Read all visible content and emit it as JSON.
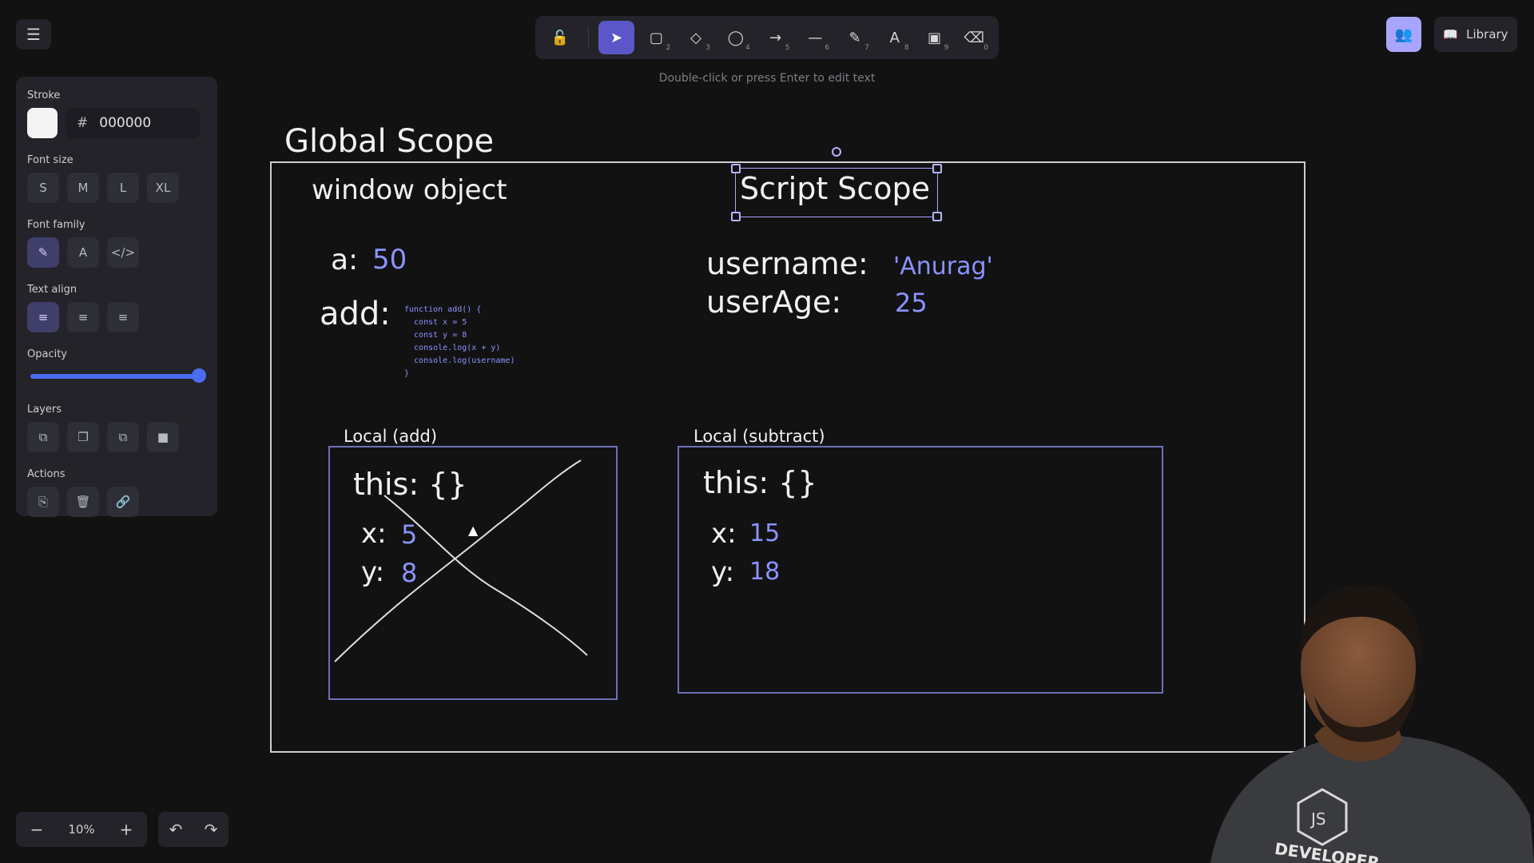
{
  "toolbar": {
    "hint": "Double-click or press Enter to edit text",
    "tools": [
      {
        "name": "lock-tool",
        "glyph": "🔓",
        "key": ""
      },
      {
        "name": "selection-tool",
        "glyph": "➤",
        "key": ""
      },
      {
        "name": "rectangle-tool",
        "glyph": "▢",
        "key": "2"
      },
      {
        "name": "diamond-tool",
        "glyph": "◇",
        "key": "3"
      },
      {
        "name": "ellipse-tool",
        "glyph": "◯",
        "key": "4"
      },
      {
        "name": "arrow-tool",
        "glyph": "→",
        "key": "5"
      },
      {
        "name": "line-tool",
        "glyph": "—",
        "key": "6"
      },
      {
        "name": "draw-tool",
        "glyph": "✎",
        "key": "7"
      },
      {
        "name": "text-tool",
        "glyph": "A",
        "key": "8"
      },
      {
        "name": "image-tool",
        "glyph": "▣",
        "key": "9"
      },
      {
        "name": "eraser-tool",
        "glyph": "⌫",
        "key": "0"
      }
    ]
  },
  "topright": {
    "library_label": "Library"
  },
  "panel": {
    "stroke_label": "Stroke",
    "stroke_hash": "#",
    "stroke_value": "000000",
    "font_size_label": "Font size",
    "font_sizes": [
      "S",
      "M",
      "L",
      "XL"
    ],
    "font_family_label": "Font family",
    "text_align_label": "Text align",
    "opacity_label": "Opacity",
    "opacity_value": 1.0,
    "layers_label": "Layers",
    "actions_label": "Actions"
  },
  "bottom": {
    "zoom": "10%",
    "zoom_out": "−",
    "zoom_in": "+"
  },
  "canvas": {
    "global_title": "Global Scope",
    "window_object": "window object",
    "script_scope": "Script Scope",
    "a_label": "a:",
    "a_value": "50",
    "add_label": "add:",
    "add_code": "function add() {\n  const x = 5\n  const y = 8\n  console.log(x + y)\n  console.log(username)\n}",
    "username_label": "username:",
    "username_value": "'Anurag'",
    "userage_label": "userAge:",
    "userage_value": "25",
    "local_add_title": "Local (add)",
    "local_sub_title": "Local (subtract)",
    "this_label": "this: {}",
    "x_label": "x:",
    "y_label": "y:",
    "add_x": "5",
    "add_y": "8",
    "sub_x": "15",
    "sub_y": "18"
  },
  "presenter": {
    "shirt_text": "DEVELOPER",
    "logo_text": "JS"
  }
}
